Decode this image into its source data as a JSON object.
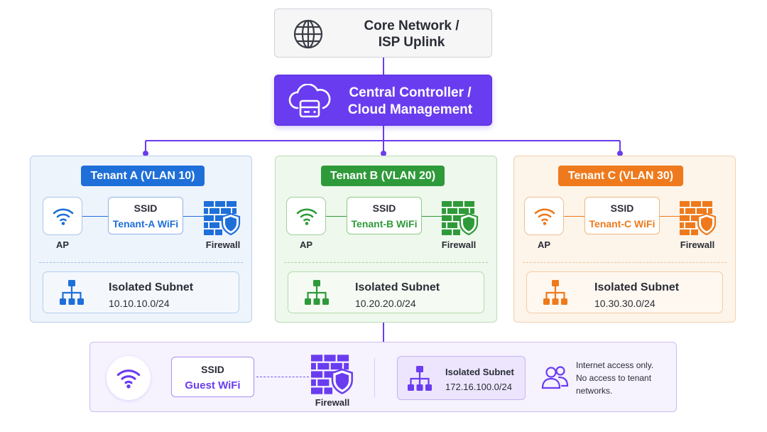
{
  "core": {
    "line1": "Core Network /",
    "line2": "ISP Uplink"
  },
  "controller": {
    "line1": "Central Controller /",
    "line2": "Cloud Management"
  },
  "tenants": [
    {
      "title": "Tenant A  (VLAN 10)",
      "ap_label": "AP",
      "ssid_label": "SSID",
      "ssid_name": "Tenant-A WiFi",
      "firewall_label": "Firewall",
      "subnet_title": "Isolated Subnet",
      "subnet_cidr": "10.10.10.0/24",
      "color": "#1f6fd8"
    },
    {
      "title": "Tenant B (VLAN 20)",
      "ap_label": "AP",
      "ssid_label": "SSID",
      "ssid_name": "Tenant-B WiFi",
      "firewall_label": "Firewall",
      "subnet_title": "Isolated Subnet",
      "subnet_cidr": "10.20.20.0/24",
      "color": "#2f9a3a"
    },
    {
      "title": "Tenant C  (VLAN 30)",
      "ap_label": "AP",
      "ssid_label": "SSID",
      "ssid_name": "Tenant-C WiFi",
      "firewall_label": "Firewall",
      "subnet_title": "Isolated Subnet",
      "subnet_cidr": "10.30.30.0/24",
      "color": "#ee7a1d"
    }
  ],
  "guest": {
    "ssid_label": "SSID",
    "ssid_name": "Guest WiFi",
    "firewall_label": "Firewall",
    "subnet_title": "Isolated Subnet",
    "subnet_cidr": "172.16.100.0/24",
    "note_line1": "Internet access only.",
    "note_line2": "No access to tenant",
    "note_line3": "networks.",
    "color": "#6a3cf0"
  },
  "icons": [
    "globe-icon",
    "cloud-controller-icon",
    "wifi-icon",
    "firewall-shield-icon",
    "network-tree-icon",
    "users-icon"
  ]
}
